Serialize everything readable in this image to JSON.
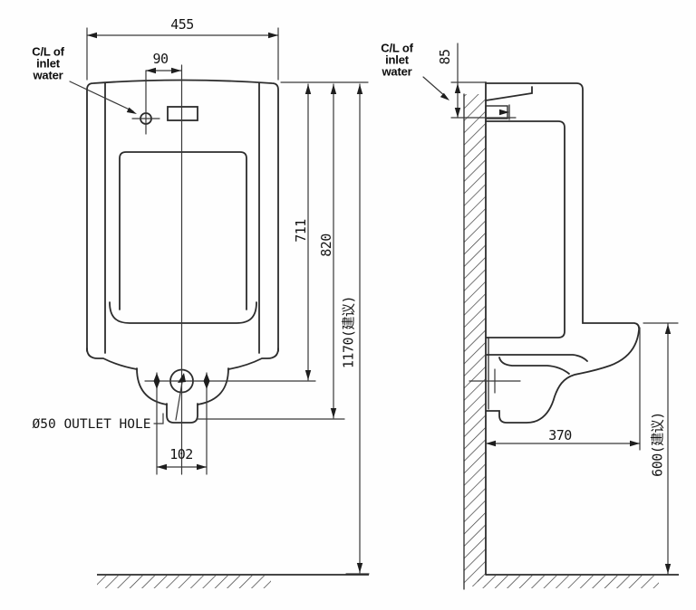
{
  "colors": {
    "background": "#fefefe",
    "object_line": "#2c2c2c",
    "dim_line": "#383838",
    "text": "#151515"
  },
  "front_view": {
    "inlet_label": {
      "line1": "C/L of",
      "line2": "inlet",
      "line3": "water"
    },
    "outlet_label": "Ø50 OUTLET HOLE",
    "dims": {
      "overall_width": "455",
      "inlet_offset": "90",
      "top_to_outlet": "711",
      "overall_height": "820",
      "install_height": "1170(建议)",
      "outlet_width": "102"
    }
  },
  "side_view": {
    "inlet_label": {
      "line1": "C/L of",
      "line2": "inlet",
      "line3": "water"
    },
    "dims": {
      "top_to_inlet": "85",
      "depth": "370",
      "rim_height": "600(建议)"
    }
  }
}
